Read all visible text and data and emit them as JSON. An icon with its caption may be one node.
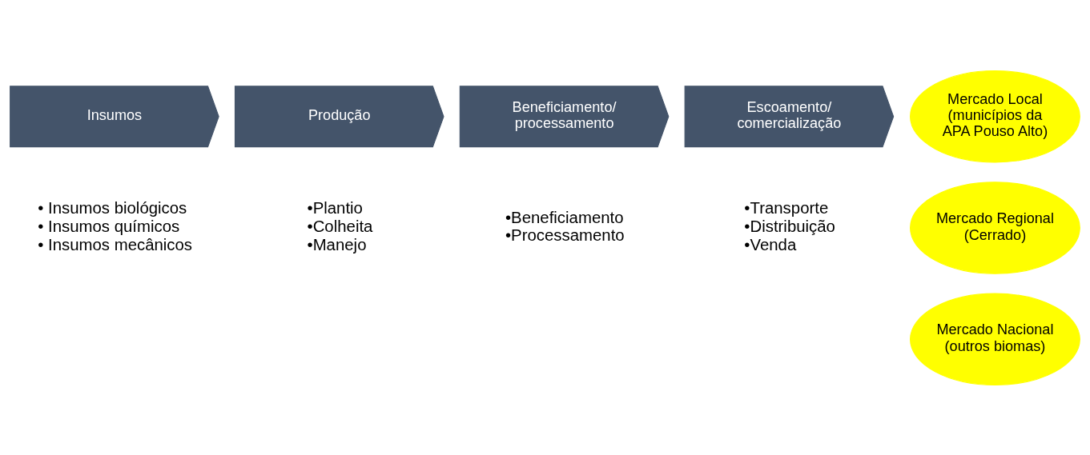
{
  "diagram": {
    "nodes": [
      {
        "text": [
          "Insumos"
        ],
        "beside": [
          "• Insumos biológicos",
          "• Insumos químicos",
          "• Insumos mecânicos"
        ]
      },
      {
        "text": [
          "Produção"
        ],
        "beside": [
          "•Plantio",
          "•Colheita",
          "•Manejo"
        ]
      },
      {
        "text": [
          "Beneficiamento/ processamento"
        ],
        "beside": [
          "•Beneficiamento",
          "•Processamento"
        ]
      },
      {
        "text": [
          "Escoamento/ comercialização"
        ],
        "beside": [
          "•Transporte",
          "•Distribuição",
          "•Venda"
        ]
      },
      {
        "text": [
          "Mercado Local (municípios da APA Pouso Alto)"
        ]
      },
      {
        "text": [
          "Mercado Regional (Cerrado)"
        ]
      },
      {
        "text": [
          "Mercado Nacional (outros biomas)"
        ]
      }
    ],
    "edges": []
  }
}
